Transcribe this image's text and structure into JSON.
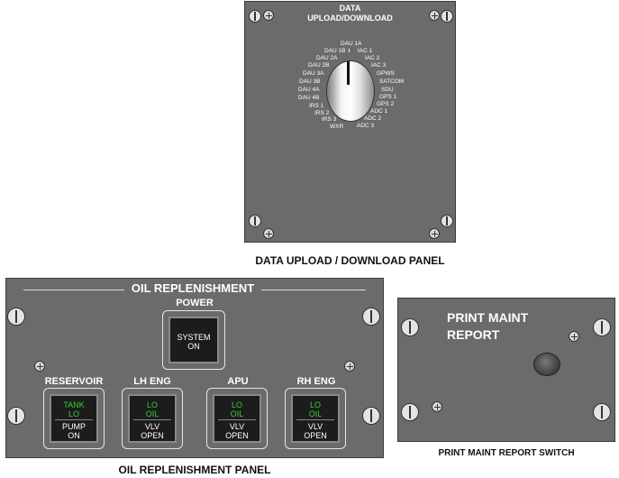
{
  "data_panel": {
    "title_line1": "DATA",
    "title_line2": "UPLOAD/DOWNLOAD",
    "left_positions": [
      "DAU 1B",
      "DAU 2A",
      "DAU 2B",
      "DAU 3A",
      "DAU 3B",
      "DAU 4A",
      "DAU 4B",
      "IRS 1",
      "IRS 2",
      "IRS 3"
    ],
    "top_position": "DAU 1A",
    "right_positions": [
      "IAC 1",
      "IAC 2",
      "IAC 3",
      "GPWS",
      "SATCOM",
      "SDU",
      "GPS 1",
      "GPS 2",
      "ADC 1",
      "ADC 2",
      "ADC 3"
    ],
    "bottom_position": "WXR",
    "caption": "DATA UPLOAD / DOWNLOAD PANEL"
  },
  "oil_panel": {
    "title": "OIL REPLENISHMENT",
    "power_label": "POWER",
    "power_button": {
      "line1": "SYSTEM",
      "line2": "ON"
    },
    "buttons": [
      {
        "label": "RESERVOIR",
        "top1": "TANK",
        "top2": "LO",
        "bot1": "PUMP",
        "bot2": "ON"
      },
      {
        "label": "LH ENG",
        "top1": "LO",
        "top2": "OIL",
        "bot1": "VLV",
        "bot2": "OPEN"
      },
      {
        "label": "APU",
        "top1": "LO",
        "top2": "OIL",
        "bot1": "VLV",
        "bot2": "OPEN"
      },
      {
        "label": "RH ENG",
        "top1": "LO",
        "top2": "OIL",
        "bot1": "VLV",
        "bot2": "OPEN"
      }
    ],
    "caption": "OIL REPLENISHMENT PANEL"
  },
  "print_panel": {
    "title_line1": "PRINT MAINT",
    "title_line2": "REPORT",
    "caption": "PRINT MAINT REPORT SWITCH"
  },
  "colors": {
    "panel": "#6b6b6b",
    "annunciator_green": "#3ccc3c",
    "legend_white": "#ffffff"
  }
}
